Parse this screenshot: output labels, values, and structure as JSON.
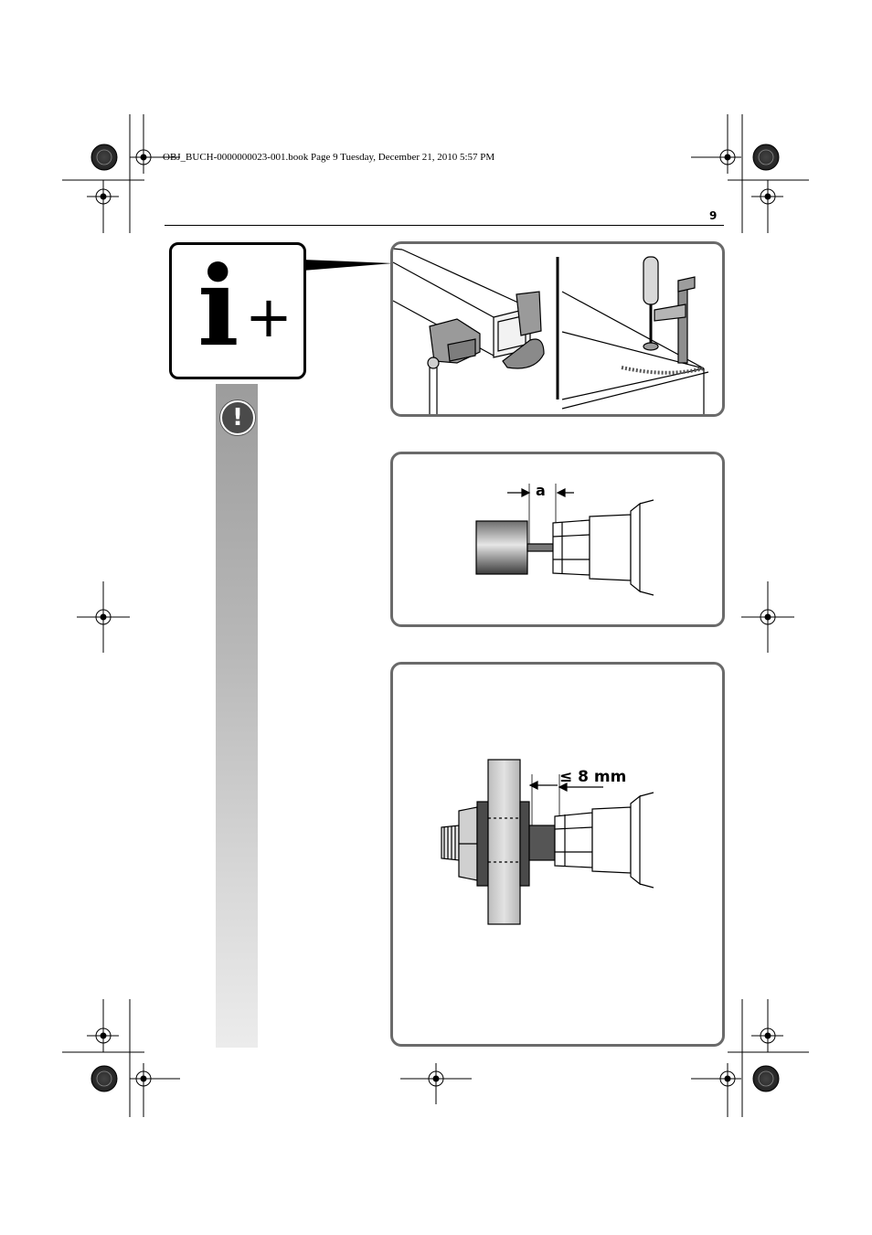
{
  "header": {
    "file_info": "OBJ_BUCH-0000000023-001.book  Page 9  Tuesday, December 21, 2010  5:57 PM",
    "page_number": "9"
  },
  "symbols": {
    "info_letter": "i",
    "info_plus": "+",
    "warning_glyph": "!"
  },
  "figures": {
    "distance_label": "a",
    "max_distance_label": "≤ 8 mm"
  },
  "colors": {
    "frame_border": "#6a6a6a",
    "sidebar_top": "#9c9c9c",
    "sidebar_bottom": "#ececec"
  }
}
